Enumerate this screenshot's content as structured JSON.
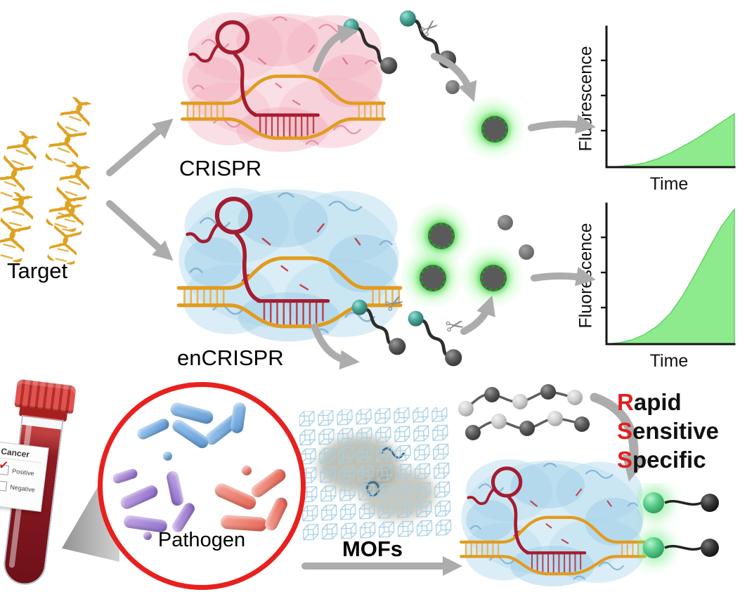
{
  "labels": {
    "target": "Target",
    "crispr": "CRISPR",
    "encrispr": "enCRISPR",
    "pathogen": "Pathogen",
    "mofs": "MOFs"
  },
  "traits": [
    {
      "first": "R",
      "rest": "apid"
    },
    {
      "first": "S",
      "rest": "ensitive"
    },
    {
      "first": "S",
      "rest": "pecific"
    }
  ],
  "tube_label": {
    "title": "Cancer",
    "check_glyph": "✓",
    "options": [
      {
        "label": "Positive",
        "checked": true
      },
      {
        "label": "Negative",
        "checked": false
      }
    ]
  },
  "icons": {
    "scissors": "✂"
  },
  "colors": {
    "dna_orange": "#E29B1E",
    "rna_red": "#A51C30",
    "crispr_pink": "#F4B7C4",
    "encrispr_blue": "#BADEF0",
    "fluorescence_green": "#8DEB8D",
    "arrow_gray": "#ACACAC",
    "accent_red": "#E31E1E",
    "reporter_teal": "#3E978D",
    "magnifier_ring_red": "#E8201E"
  },
  "chart_data": [
    {
      "type": "area",
      "series": "CRISPR fluorescence",
      "xlabel": "Time",
      "ylabel": "Fluorescence",
      "x": [
        0,
        1,
        2,
        3,
        4,
        5,
        6,
        7,
        8,
        9,
        10
      ],
      "values": [
        0,
        0.005,
        0.015,
        0.03,
        0.06,
        0.1,
        0.15,
        0.2,
        0.26,
        0.32,
        0.38
      ],
      "ylim": [
        0,
        1
      ],
      "grid": false,
      "legend": "none",
      "fill_color": "#8DEB8D"
    },
    {
      "type": "area",
      "series": "enCRISPR fluorescence",
      "xlabel": "Time",
      "ylabel": "Fluorescence",
      "x": [
        0,
        1,
        2,
        3,
        4,
        5,
        6,
        7,
        8,
        9,
        10
      ],
      "values": [
        0,
        0.01,
        0.03,
        0.07,
        0.13,
        0.22,
        0.35,
        0.51,
        0.68,
        0.84,
        0.96
      ],
      "ylim": [
        0,
        1
      ],
      "grid": false,
      "legend": "none",
      "fill_color": "#8DEB8D"
    }
  ]
}
